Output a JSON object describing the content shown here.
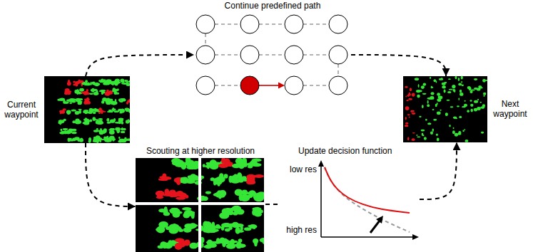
{
  "diagram": {
    "nodes": [
      {
        "text": [
          "Current waypoint"
        ]
      },
      {
        "text": [
          "Continue predefined path"
        ]
      },
      {
        "text": [
          "Next waypoint"
        ]
      },
      {
        "text": [
          "Scouting at higher resolution"
        ]
      },
      {
        "text": [
          "Update decision function",
          "low res",
          "high res"
        ]
      }
    ],
    "edges": [
      {
        "from": 0,
        "to": 1,
        "arrow": "to"
      },
      {
        "from": 1,
        "to": 2,
        "arrow": "to"
      },
      {
        "from": 0,
        "to": 3,
        "arrow": "to"
      },
      {
        "from": 3,
        "to": 4,
        "arrow": "none"
      },
      {
        "from": 4,
        "to": 2,
        "arrow": "to"
      }
    ]
  }
}
